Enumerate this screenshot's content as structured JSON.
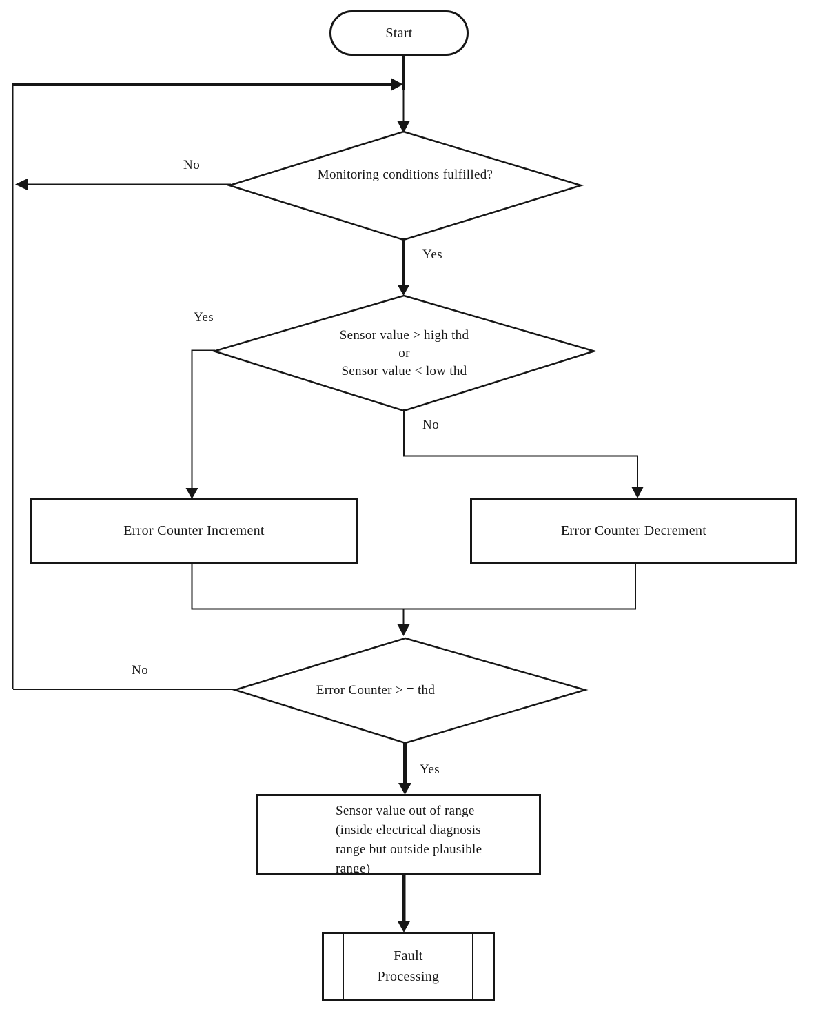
{
  "colors": {
    "ink": "#161616",
    "background": "#ffffff"
  },
  "nodes": {
    "start": {
      "label": "Start"
    },
    "monitoring": {
      "label": "Monitoring conditions fulfilled?"
    },
    "threshold": {
      "line1": "Sensor value > high thd",
      "line2": "or",
      "line3": "Sensor value < low thd"
    },
    "increment": {
      "label": "Error Counter Increment"
    },
    "decrement": {
      "label": "Error Counter Decrement"
    },
    "counter_check": {
      "label": "Error Counter > = thd"
    },
    "out_of_range": {
      "line1": "Sensor value out of range",
      "line2": "(inside electrical diagnosis",
      "line3": "range but outside plausible",
      "line4": "range)"
    },
    "fault": {
      "line1": "Fault",
      "line2": "Processing"
    }
  },
  "edge_labels": {
    "monitoring_no": "No",
    "monitoring_yes": "Yes",
    "threshold_yes": "Yes",
    "threshold_no": "No",
    "counter_no": "No",
    "counter_yes": "Yes"
  }
}
